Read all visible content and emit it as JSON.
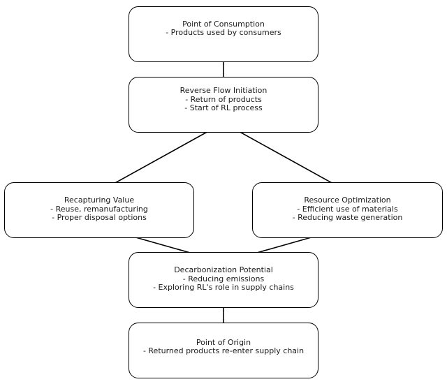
{
  "nodes": {
    "consumption": {
      "title": "Point of Consumption",
      "details": [
        "- Products used by consumers"
      ]
    },
    "initiation": {
      "title": "Reverse Flow Initiation",
      "details": [
        "- Return of products",
        "- Start of RL process"
      ]
    },
    "recapture": {
      "title": "Recapturing Value",
      "details": [
        "- Reuse, remanufacturing",
        "- Proper disposal options"
      ]
    },
    "resource": {
      "title": "Resource Optimization",
      "details": [
        "- Efficient use of materials",
        "- Reducing waste generation"
      ]
    },
    "decarb": {
      "title": "Decarbonization Potential",
      "details": [
        "- Reducing emissions",
        "- Exploring RL's role in supply chains"
      ]
    },
    "origin": {
      "title": "Point of Origin",
      "details": [
        "- Returned products re-enter supply chain"
      ]
    }
  },
  "edges": [
    {
      "from": "consumption",
      "to": "initiation"
    },
    {
      "from": "initiation",
      "to": "recapture"
    },
    {
      "from": "initiation",
      "to": "resource"
    },
    {
      "from": "recapture",
      "to": "decarb"
    },
    {
      "from": "resource",
      "to": "decarb"
    },
    {
      "from": "decarb",
      "to": "origin"
    }
  ],
  "colors": {
    "box_border": "#000000",
    "arrow": "#000000",
    "text": "#1a1a1a",
    "background": "#ffffff"
  }
}
